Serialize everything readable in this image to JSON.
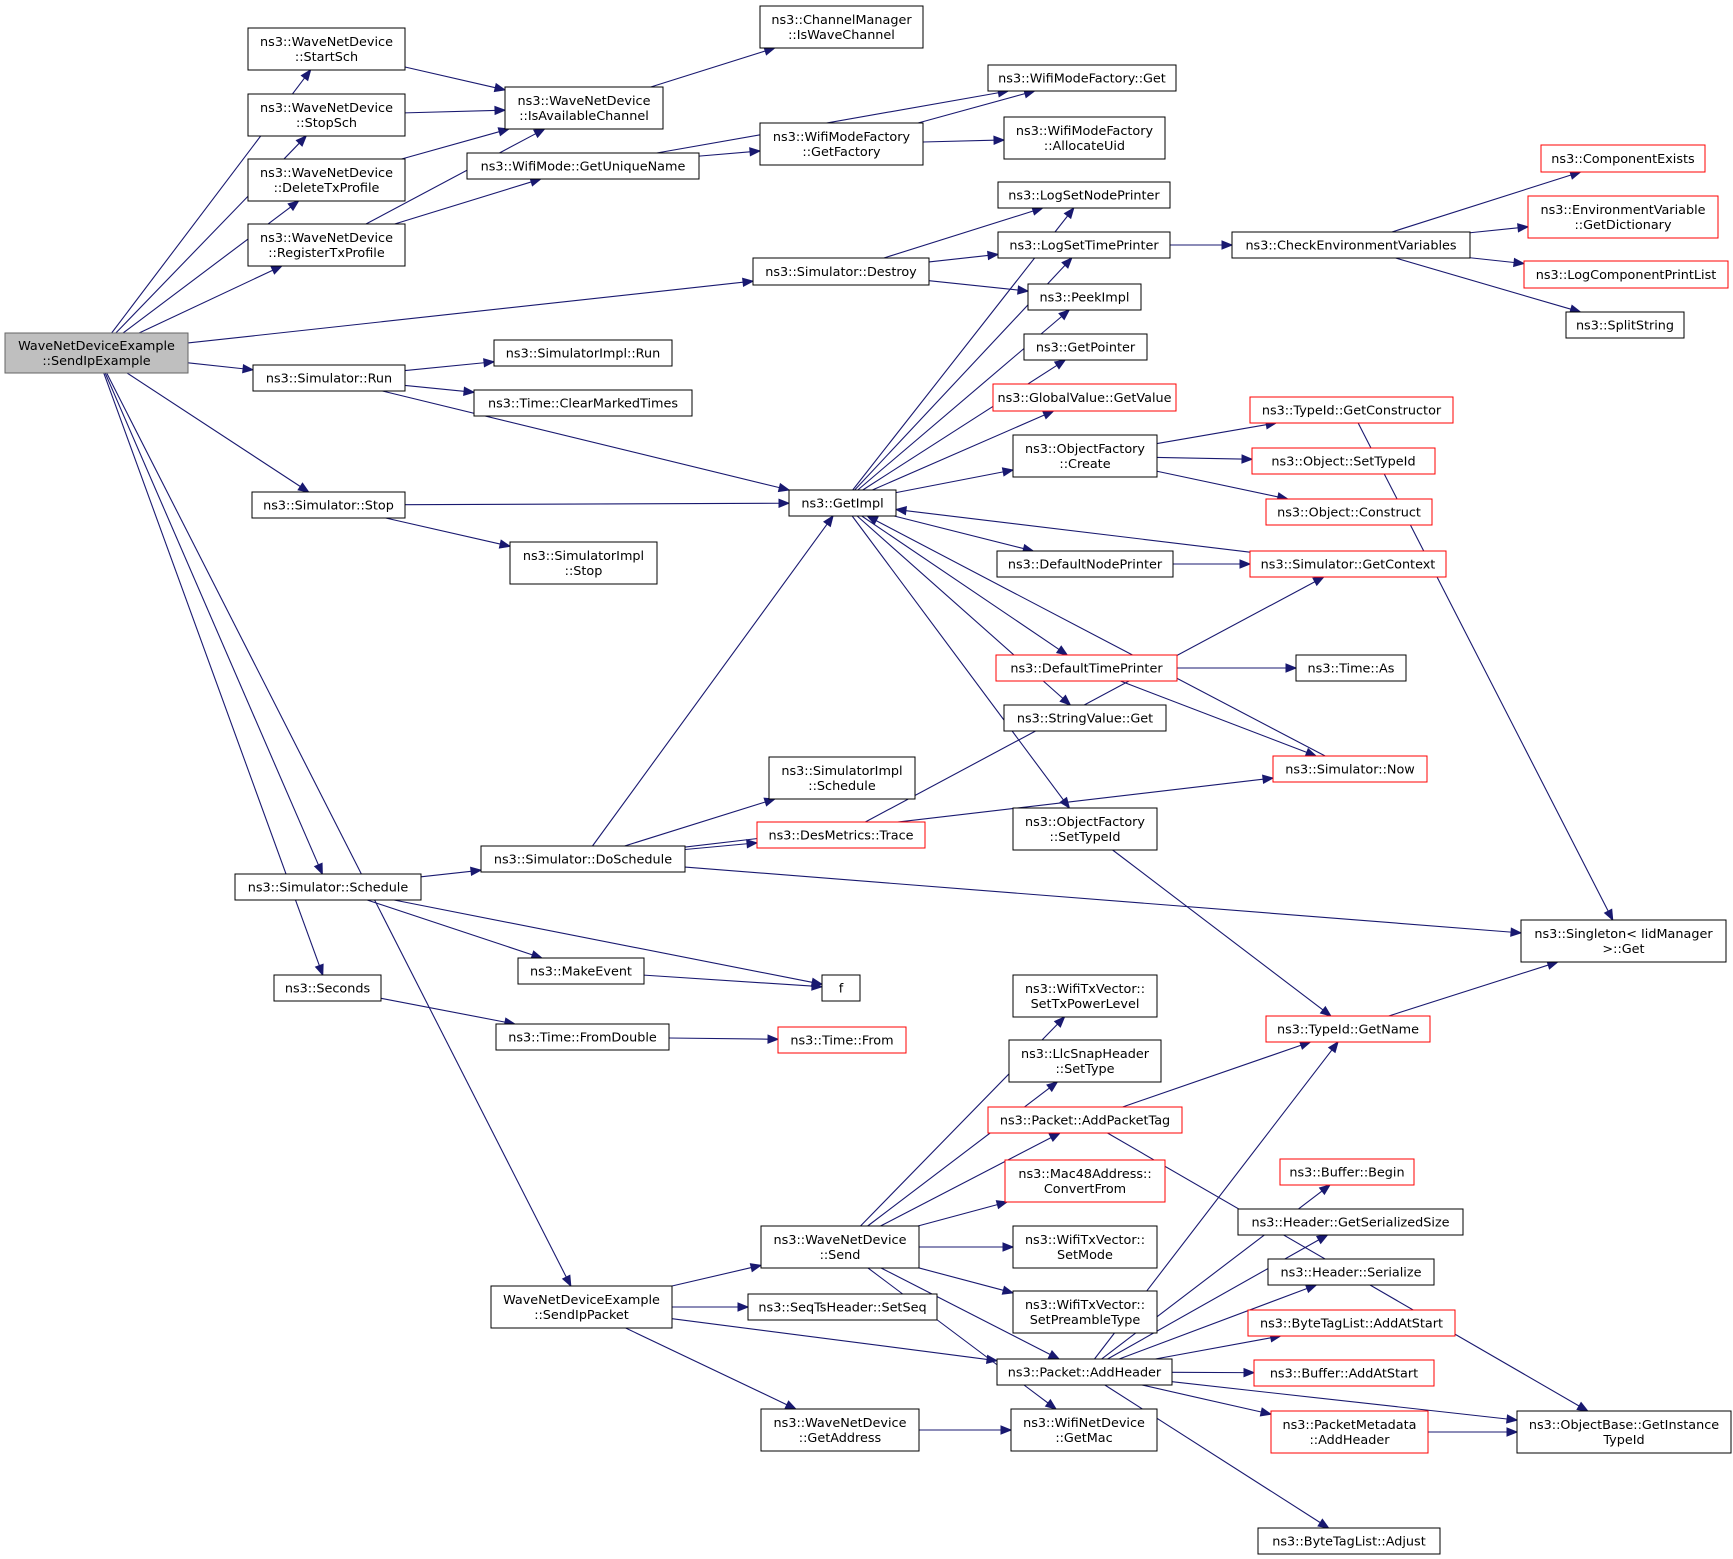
{
  "graph": {
    "root": "WaveNetDeviceExample ::SendIpExample",
    "nodes": [
      {
        "id": "root",
        "label": [
          "WaveNetDeviceExample",
          "::SendIpExample"
        ],
        "style": "root"
      },
      {
        "id": "startSch",
        "label": [
          "ns3::WaveNetDevice",
          "::StartSch"
        ],
        "style": "normal"
      },
      {
        "id": "stopSch",
        "label": [
          "ns3::WaveNetDevice",
          "::StopSch"
        ],
        "style": "normal"
      },
      {
        "id": "deleteTx",
        "label": [
          "ns3::WaveNetDevice",
          "::DeleteTxProfile"
        ],
        "style": "normal"
      },
      {
        "id": "registerTx",
        "label": [
          "ns3::WaveNetDevice",
          "::RegisterTxProfile"
        ],
        "style": "normal"
      },
      {
        "id": "isAvail",
        "label": [
          "ns3::WaveNetDevice",
          "::IsAvailableChannel"
        ],
        "style": "normal"
      },
      {
        "id": "chanMgr",
        "label": [
          "ns3::ChannelManager",
          "::IsWaveChannel"
        ],
        "style": "normal"
      },
      {
        "id": "wmfGet",
        "label": [
          "ns3::WifiModeFactory::Get"
        ],
        "style": "normal"
      },
      {
        "id": "wmGetUnique",
        "label": [
          "ns3::WifiMode::GetUniqueName"
        ],
        "style": "normal"
      },
      {
        "id": "wmfGetFactory",
        "label": [
          "ns3::WifiModeFactory",
          "::GetFactory"
        ],
        "style": "normal"
      },
      {
        "id": "wmfAlloc",
        "label": [
          "ns3::WifiModeFactory",
          "::AllocateUid"
        ],
        "style": "normal"
      },
      {
        "id": "simDestroy",
        "label": [
          "ns3::Simulator::Destroy"
        ],
        "style": "normal"
      },
      {
        "id": "logSetNode",
        "label": [
          "ns3::LogSetNodePrinter"
        ],
        "style": "normal"
      },
      {
        "id": "logSetTime",
        "label": [
          "ns3::LogSetTimePrinter"
        ],
        "style": "normal"
      },
      {
        "id": "checkEnv",
        "label": [
          "ns3::CheckEnvironmentVariables"
        ],
        "style": "normal"
      },
      {
        "id": "compExists",
        "label": [
          "ns3::ComponentExists"
        ],
        "style": "truncated"
      },
      {
        "id": "envGetDict",
        "label": [
          "ns3::EnvironmentVariable",
          "::GetDictionary"
        ],
        "style": "truncated"
      },
      {
        "id": "logCompPrint",
        "label": [
          "ns3::LogComponentPrintList"
        ],
        "style": "truncated"
      },
      {
        "id": "splitString",
        "label": [
          "ns3::SplitString"
        ],
        "style": "normal"
      },
      {
        "id": "peekImpl",
        "label": [
          "ns3::PeekImpl"
        ],
        "style": "normal"
      },
      {
        "id": "getPointer",
        "label": [
          "ns3::GetPointer"
        ],
        "style": "normal"
      },
      {
        "id": "gvGetValue",
        "label": [
          "ns3::GlobalValue::GetValue"
        ],
        "style": "truncated"
      },
      {
        "id": "ofCreate",
        "label": [
          "ns3::ObjectFactory",
          "::Create"
        ],
        "style": "normal"
      },
      {
        "id": "tidGetCtor",
        "label": [
          "ns3::TypeId::GetConstructor"
        ],
        "style": "truncated"
      },
      {
        "id": "objSetTypeId",
        "label": [
          "ns3::Object::SetTypeId"
        ],
        "style": "truncated"
      },
      {
        "id": "objConstruct",
        "label": [
          "ns3::Object::Construct"
        ],
        "style": "truncated"
      },
      {
        "id": "simRun",
        "label": [
          "ns3::Simulator::Run"
        ],
        "style": "normal"
      },
      {
        "id": "simImplRun",
        "label": [
          "ns3::SimulatorImpl::Run"
        ],
        "style": "normal"
      },
      {
        "id": "clearMarked",
        "label": [
          "ns3::Time::ClearMarkedTimes"
        ],
        "style": "normal"
      },
      {
        "id": "simStop",
        "label": [
          "ns3::Simulator::Stop"
        ],
        "style": "normal"
      },
      {
        "id": "getImpl",
        "label": [
          "ns3::GetImpl"
        ],
        "style": "normal"
      },
      {
        "id": "simImplStop",
        "label": [
          "ns3::SimulatorImpl",
          "::Stop"
        ],
        "style": "normal"
      },
      {
        "id": "defNodePrinter",
        "label": [
          "ns3::DefaultNodePrinter"
        ],
        "style": "normal"
      },
      {
        "id": "simGetContext",
        "label": [
          "ns3::Simulator::GetContext"
        ],
        "style": "truncated"
      },
      {
        "id": "defTimePrinter",
        "label": [
          "ns3::DefaultTimePrinter"
        ],
        "style": "truncated"
      },
      {
        "id": "timeAs",
        "label": [
          "ns3::Time::As"
        ],
        "style": "normal"
      },
      {
        "id": "stringValGet",
        "label": [
          "ns3::StringValue::Get"
        ],
        "style": "normal"
      },
      {
        "id": "simNow",
        "label": [
          "ns3::Simulator::Now"
        ],
        "style": "truncated"
      },
      {
        "id": "ofSetTypeId",
        "label": [
          "ns3::ObjectFactory",
          "::SetTypeId"
        ],
        "style": "normal"
      },
      {
        "id": "simImplSched",
        "label": [
          "ns3::SimulatorImpl",
          "::Schedule"
        ],
        "style": "normal"
      },
      {
        "id": "desTrace",
        "label": [
          "ns3::DesMetrics::Trace"
        ],
        "style": "truncated"
      },
      {
        "id": "doSchedule",
        "label": [
          "ns3::Simulator::DoSchedule"
        ],
        "style": "normal"
      },
      {
        "id": "simSchedule",
        "label": [
          "ns3::Simulator::Schedule"
        ],
        "style": "normal"
      },
      {
        "id": "singletonGet",
        "label": [
          "ns3::Singleton< IidManager",
          " >::Get"
        ],
        "style": "normal"
      },
      {
        "id": "makeEvent",
        "label": [
          "ns3::MakeEvent"
        ],
        "style": "normal"
      },
      {
        "id": "f",
        "label": [
          "f"
        ],
        "style": "normal"
      },
      {
        "id": "seconds",
        "label": [
          "ns3::Seconds"
        ],
        "style": "normal"
      },
      {
        "id": "fromDouble",
        "label": [
          "ns3::Time::FromDouble"
        ],
        "style": "normal"
      },
      {
        "id": "timeFrom",
        "label": [
          "ns3::Time::From"
        ],
        "style": "truncated"
      },
      {
        "id": "tidGetName",
        "label": [
          "ns3::TypeId::GetName"
        ],
        "style": "truncated"
      },
      {
        "id": "txSetPower",
        "label": [
          "ns3::WifiTxVector::",
          "SetTxPowerLevel"
        ],
        "style": "normal"
      },
      {
        "id": "llcSetType",
        "label": [
          "ns3::LlcSnapHeader",
          "::SetType"
        ],
        "style": "normal"
      },
      {
        "id": "addPacketTag",
        "label": [
          "ns3::Packet::AddPacketTag"
        ],
        "style": "truncated"
      },
      {
        "id": "mac48Convert",
        "label": [
          "ns3::Mac48Address::",
          "ConvertFrom"
        ],
        "style": "truncated"
      },
      {
        "id": "wndSend",
        "label": [
          "ns3::WaveNetDevice",
          "::Send"
        ],
        "style": "normal"
      },
      {
        "id": "txSetMode",
        "label": [
          "ns3::WifiTxVector::",
          "SetMode"
        ],
        "style": "normal"
      },
      {
        "id": "txSetPreamble",
        "label": [
          "ns3::WifiTxVector::",
          "SetPreambleType"
        ],
        "style": "normal"
      },
      {
        "id": "sendIpPacket",
        "label": [
          "WaveNetDeviceExample",
          "::SendIpPacket"
        ],
        "style": "normal"
      },
      {
        "id": "seqSetSeq",
        "label": [
          "ns3::SeqTsHeader::SetSeq"
        ],
        "style": "normal"
      },
      {
        "id": "addHeader",
        "label": [
          "ns3::Packet::AddHeader"
        ],
        "style": "normal"
      },
      {
        "id": "wndGetAddress",
        "label": [
          "ns3::WaveNetDevice",
          "::GetAddress"
        ],
        "style": "normal"
      },
      {
        "id": "wifiGetMac",
        "label": [
          "ns3::WifiNetDevice",
          "::GetMac"
        ],
        "style": "normal"
      },
      {
        "id": "bufBegin",
        "label": [
          "ns3::Buffer::Begin"
        ],
        "style": "truncated"
      },
      {
        "id": "hdrGetSize",
        "label": [
          "ns3::Header::GetSerializedSize"
        ],
        "style": "normal"
      },
      {
        "id": "hdrSerialize",
        "label": [
          "ns3::Header::Serialize"
        ],
        "style": "normal"
      },
      {
        "id": "btlAddAtStart",
        "label": [
          "ns3::ByteTagList::AddAtStart"
        ],
        "style": "truncated"
      },
      {
        "id": "bufAddAtStart",
        "label": [
          "ns3::Buffer::AddAtStart"
        ],
        "style": "truncated"
      },
      {
        "id": "pmAddHeader",
        "label": [
          "ns3::PacketMetadata",
          "::AddHeader"
        ],
        "style": "truncated"
      },
      {
        "id": "obGetInstTid",
        "label": [
          "ns3::ObjectBase::GetInstance",
          "TypeId"
        ],
        "style": "normal"
      },
      {
        "id": "btlAdjust",
        "label": [
          "ns3::ByteTagList::Adjust"
        ],
        "style": "normal"
      }
    ],
    "edges": [
      [
        "root",
        "startSch"
      ],
      [
        "root",
        "stopSch"
      ],
      [
        "root",
        "deleteTx"
      ],
      [
        "root",
        "registerTx"
      ],
      [
        "root",
        "simDestroy"
      ],
      [
        "root",
        "simRun"
      ],
      [
        "root",
        "simStop"
      ],
      [
        "root",
        "simSchedule"
      ],
      [
        "root",
        "seconds"
      ],
      [
        "root",
        "sendIpPacket"
      ],
      [
        "startSch",
        "isAvail"
      ],
      [
        "stopSch",
        "isAvail"
      ],
      [
        "deleteTx",
        "isAvail"
      ],
      [
        "registerTx",
        "isAvail"
      ],
      [
        "registerTx",
        "wmGetUnique"
      ],
      [
        "isAvail",
        "chanMgr"
      ],
      [
        "wmGetUnique",
        "wmfGet"
      ],
      [
        "wmGetUnique",
        "wmfGetFactory"
      ],
      [
        "wmfGetFactory",
        "wmfGet"
      ],
      [
        "wmfGetFactory",
        "wmfAlloc"
      ],
      [
        "simDestroy",
        "logSetNode"
      ],
      [
        "simDestroy",
        "logSetTime"
      ],
      [
        "simDestroy",
        "peekImpl"
      ],
      [
        "logSetTime",
        "checkEnv"
      ],
      [
        "checkEnv",
        "compExists"
      ],
      [
        "checkEnv",
        "envGetDict"
      ],
      [
        "checkEnv",
        "logCompPrint"
      ],
      [
        "checkEnv",
        "splitString"
      ],
      [
        "simRun",
        "simImplRun"
      ],
      [
        "simRun",
        "clearMarked"
      ],
      [
        "simRun",
        "getImpl"
      ],
      [
        "simStop",
        "getImpl"
      ],
      [
        "simStop",
        "simImplStop"
      ],
      [
        "getImpl",
        "logSetNode"
      ],
      [
        "getImpl",
        "logSetTime"
      ],
      [
        "getImpl",
        "peekImpl"
      ],
      [
        "getImpl",
        "getPointer"
      ],
      [
        "getImpl",
        "gvGetValue"
      ],
      [
        "getImpl",
        "ofCreate"
      ],
      [
        "getImpl",
        "defNodePrinter"
      ],
      [
        "getImpl",
        "defTimePrinter"
      ],
      [
        "getImpl",
        "stringValGet"
      ],
      [
        "getImpl",
        "ofSetTypeId"
      ],
      [
        "ofCreate",
        "tidGetCtor"
      ],
      [
        "ofCreate",
        "objSetTypeId"
      ],
      [
        "ofCreate",
        "objConstruct"
      ],
      [
        "tidGetCtor",
        "singletonGet"
      ],
      [
        "defNodePrinter",
        "simGetContext"
      ],
      [
        "simGetContext",
        "getImpl"
      ],
      [
        "defTimePrinter",
        "timeAs"
      ],
      [
        "defTimePrinter",
        "simNow"
      ],
      [
        "simNow",
        "getImpl"
      ],
      [
        "ofSetTypeId",
        "tidGetName"
      ],
      [
        "simSchedule",
        "doSchedule"
      ],
      [
        "simSchedule",
        "makeEvent"
      ],
      [
        "simSchedule",
        "f"
      ],
      [
        "doSchedule",
        "getImpl"
      ],
      [
        "doSchedule",
        "simImplSched"
      ],
      [
        "doSchedule",
        "desTrace"
      ],
      [
        "doSchedule",
        "simNow"
      ],
      [
        "doSchedule",
        "singletonGet"
      ],
      [
        "desTrace",
        "simGetContext"
      ],
      [
        "makeEvent",
        "f"
      ],
      [
        "seconds",
        "fromDouble"
      ],
      [
        "fromDouble",
        "timeFrom"
      ],
      [
        "tidGetName",
        "singletonGet"
      ],
      [
        "sendIpPacket",
        "wndSend"
      ],
      [
        "sendIpPacket",
        "seqSetSeq"
      ],
      [
        "sendIpPacket",
        "addHeader"
      ],
      [
        "sendIpPacket",
        "wndGetAddress"
      ],
      [
        "wndSend",
        "txSetPower"
      ],
      [
        "wndSend",
        "llcSetType"
      ],
      [
        "wndSend",
        "addPacketTag"
      ],
      [
        "wndSend",
        "mac48Convert"
      ],
      [
        "wndSend",
        "txSetMode"
      ],
      [
        "wndSend",
        "txSetPreamble"
      ],
      [
        "wndSend",
        "addHeader"
      ],
      [
        "wndSend",
        "wifiGetMac"
      ],
      [
        "addPacketTag",
        "tidGetName"
      ],
      [
        "addPacketTag",
        "obGetInstTid"
      ],
      [
        "wndGetAddress",
        "wifiGetMac"
      ],
      [
        "addHeader",
        "tidGetName"
      ],
      [
        "addHeader",
        "bufBegin"
      ],
      [
        "addHeader",
        "hdrGetSize"
      ],
      [
        "addHeader",
        "hdrSerialize"
      ],
      [
        "addHeader",
        "btlAddAtStart"
      ],
      [
        "addHeader",
        "bufAddAtStart"
      ],
      [
        "addHeader",
        "pmAddHeader"
      ],
      [
        "addHeader",
        "obGetInstTid"
      ],
      [
        "addHeader",
        "btlAdjust"
      ],
      [
        "pmAddHeader",
        "obGetInstTid"
      ]
    ]
  }
}
